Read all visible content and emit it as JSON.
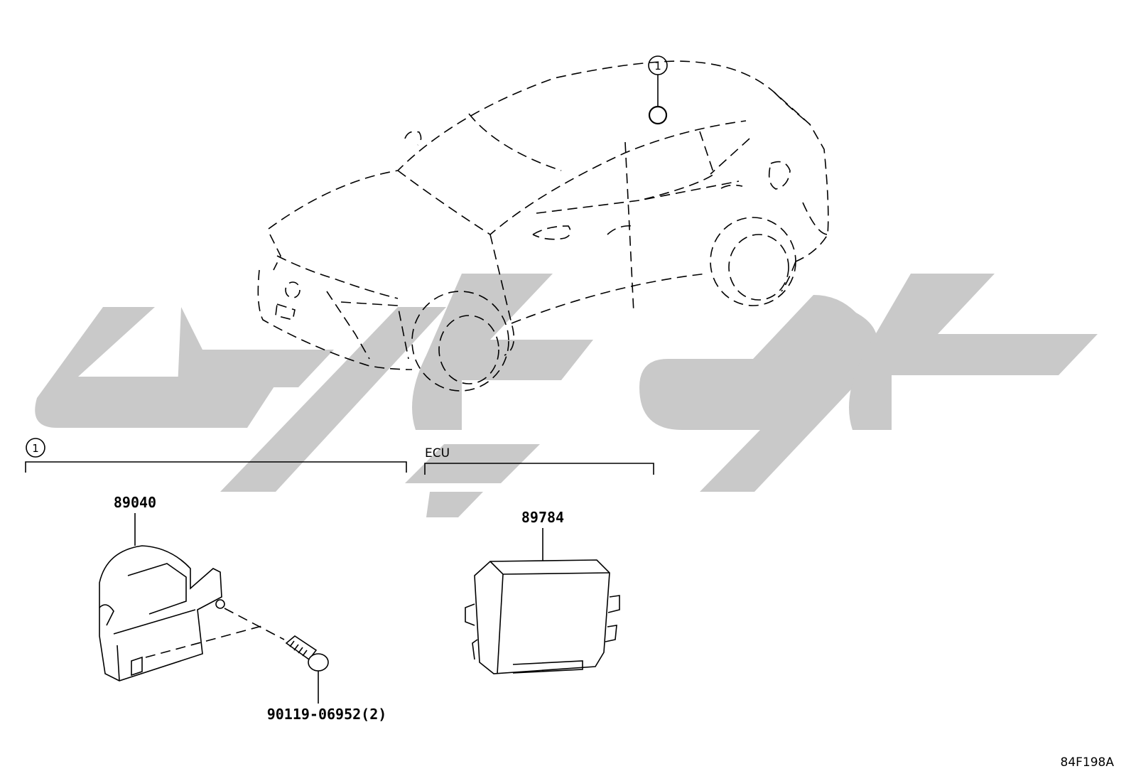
{
  "watermark": {
    "color": "#c9c9c9"
  },
  "callouts": {
    "car_ref": "1",
    "group_ref": "1"
  },
  "groups": {
    "left_bracket_label": "1",
    "right_bracket_label": "ECU"
  },
  "parts": {
    "sensor": "89040",
    "bolt": "90119-06952(2)",
    "ecu": "89784"
  },
  "diagram_code": "84F198A"
}
